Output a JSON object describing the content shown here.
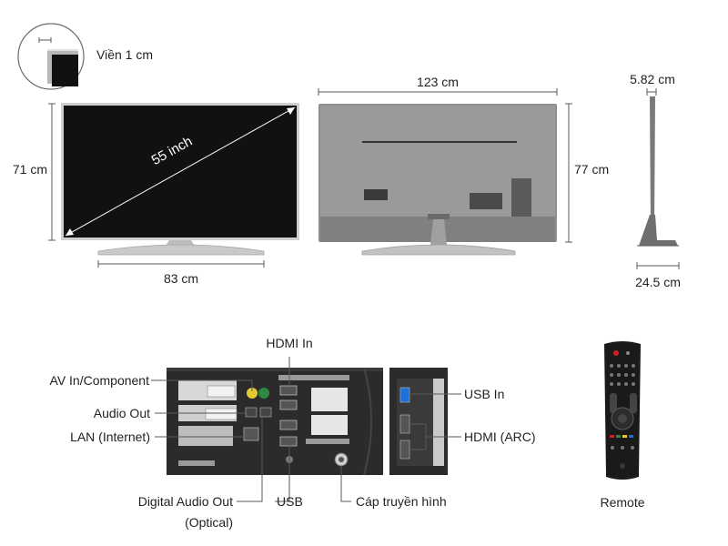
{
  "colors": {
    "line": "#5a5a5a",
    "screen": "#111111",
    "frame": "#c8c8c8",
    "back_panel": "#8a8a8a",
    "port_panel": "#2e2e2e",
    "highlight": "#1e6fd9",
    "remote_body": "#1a1a1a",
    "remote_red": "#d21f26"
  },
  "bezel": {
    "label": "Viền 1 cm"
  },
  "front": {
    "diagonal_label": "55 inch",
    "height_label": "71 cm",
    "width_label": "83 cm"
  },
  "back": {
    "width_label": "123 cm",
    "height_label": "77 cm"
  },
  "side": {
    "depth_top_label": "5.82 cm",
    "depth_bottom_label": "24.5 cm"
  },
  "ports": {
    "av_in": "AV In/Component",
    "audio_out": "Audio Out",
    "lan": "LAN (Internet)",
    "hdmi_in": "HDMI In",
    "digital_audio": "Digital Audio Out",
    "optical": "(Optical)",
    "usb": "USB",
    "antenna": "Cáp truyền hình",
    "usb_in": "USB In",
    "hdmi_arc": "HDMI (ARC)",
    "remote": "Remote"
  },
  "icons": [
    "bezel-detail-icon",
    "tv-front-icon",
    "tv-back-icon",
    "tv-side-icon",
    "port-panel-icon",
    "remote-icon"
  ]
}
